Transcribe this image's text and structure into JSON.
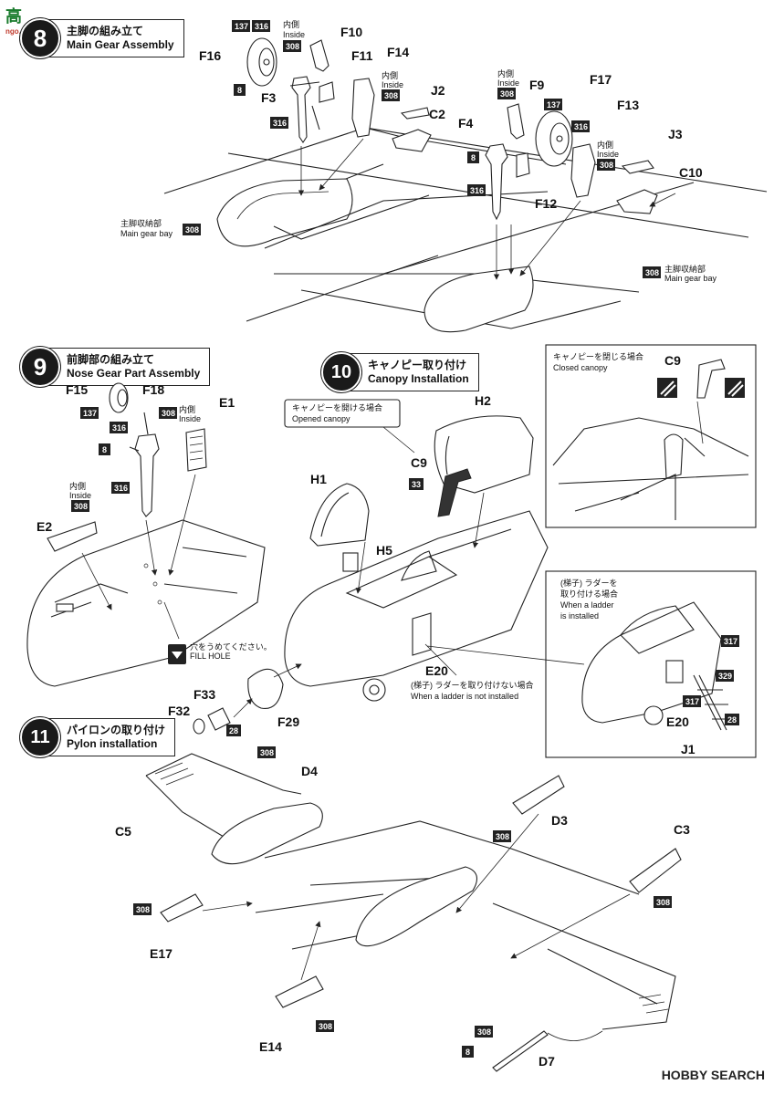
{
  "watermarks": {
    "top_glyphs": "高",
    "top_site": "ngo.shaps.com",
    "bottom": "HOBBY SEARCH"
  },
  "steps": [
    {
      "num": "8",
      "jp": "主脚の組み立て",
      "en": "Main Gear Assembly"
    },
    {
      "num": "9",
      "jp": "前脚部の組み立て",
      "en": "Nose Gear Part Assembly"
    },
    {
      "num": "10",
      "jp": "キャノピー取り付け",
      "en": "Canopy Installation"
    },
    {
      "num": "11",
      "jp": "パイロンの取り付け",
      "en": "Pylon installation"
    }
  ],
  "parts": {
    "f16": "F16",
    "f10": "F10",
    "f11": "F11",
    "f14": "F14",
    "f3": "F3",
    "j2": "J2",
    "c2": "C2",
    "f9": "F9",
    "f17": "F17",
    "f13": "F13",
    "f4": "F4",
    "j3": "J3",
    "f12": "F12",
    "c10": "C10",
    "f15": "F15",
    "f18": "F18",
    "e1": "E1",
    "e2": "E2",
    "h2": "H2",
    "c9": "C9",
    "h1": "H1",
    "h5": "H5",
    "c9b": "C9",
    "f33": "F33",
    "f32": "F32",
    "f29": "F29",
    "e20": "E20",
    "e20b": "E20",
    "j1": "J1",
    "c5": "C5",
    "d4": "D4",
    "d3": "D3",
    "c3": "C3",
    "e17": "E17",
    "e14": "E14",
    "d7": "D7"
  },
  "colors": {
    "c137": "137",
    "c316": "316",
    "c308": "308",
    "c8": "8",
    "c33": "33",
    "c28": "28",
    "c317": "317",
    "c329": "329"
  },
  "notes": {
    "inside_jp": "内側",
    "inside_en": "Inside",
    "bay_jp": "主脚収納部",
    "bay_en": "Main gear bay",
    "opened_jp": "キャノピーを開ける場合",
    "opened_en": "Opened canopy",
    "closed_jp": "キャノピーを閉じる場合",
    "closed_en": "Closed canopy",
    "fill_jp": "穴をうめてください。",
    "fill_en": "FILL HOLE",
    "noladder_jp": "(梯子) ラダーを取り付けない場合",
    "noladder_en": "When a ladder is not installed",
    "ladder_jp1": "(梯子) ラダーを",
    "ladder_jp2": "取り付ける場合",
    "ladder_en1": "When a ladder",
    "ladder_en2": "is installed"
  }
}
